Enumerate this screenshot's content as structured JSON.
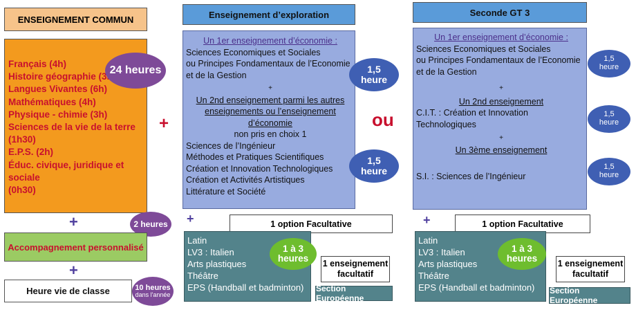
{
  "col1": {
    "header": "ENSEIGNEMENT COMMUN",
    "subjects": [
      "Français (4h)",
      "Histoire géographie (3h)",
      "Langues Vivantes (6h)",
      "Mathématiques (4h)",
      "Physique - chimie (3h)",
      "Sciences de la vie de la terre (1h30)",
      "E.P.S. (2h)",
      "Éduc. civique, juridique et sociale",
      "(0h30)"
    ],
    "total_badge": "24 heures",
    "plus1": "+",
    "accomp_badge": "2 heures",
    "accomp_label": "Accompagnement personnalisé",
    "plus2": "+",
    "vie_label": "Heure vie de classe",
    "vie_badge_main": "10 heures",
    "vie_badge_sub": "dans l'année"
  },
  "plus_between": "+",
  "col2": {
    "header": "Enseignement d’exploration",
    "first_title": "Un 1er enseignement d’économie :",
    "first_lines": [
      "Sciences Economiques et Sociales",
      "ou Principes Fondamentaux de l’Economie",
      "et de la Gestion"
    ],
    "plus": "+",
    "second_title_lines": [
      "Un 2nd enseignement parmi les autres",
      "enseignements ou l’enseignement d’économie",
      "non pris en choix 1"
    ],
    "second_lines": [
      "Sciences de l’Ingénieur",
      "Méthodes et Pratiques Scientifiques",
      "Création et Innovation Technologiques",
      "Création et Activités Artistiques",
      "Littérature et Société"
    ],
    "badge1_num": "1,5",
    "badge1_unit": "heure",
    "badge2_num": "1,5",
    "badge2_unit": "heure",
    "option_plus": "+",
    "option_label": "1 option Facultative",
    "options": [
      "Latin",
      "LV3 : Italien",
      "Arts plastiques",
      "Théâtre",
      "EPS (Handball et badminton)"
    ],
    "option_badge_num": "1 à 3",
    "option_badge_unit": "heures",
    "facultatif_lines": [
      "1 enseignement",
      "facultatif"
    ],
    "section_label": "Section Européenne"
  },
  "ou": "ou",
  "col3": {
    "header": "Seconde GT 3",
    "first_title": "Un 1er enseignement d’économie :",
    "first_lines": [
      "Sciences Economiques et Sociales",
      "ou Principes Fondamentaux de l’Economie",
      "et de la Gestion"
    ],
    "plus_a": "+",
    "second_title": "Un 2nd enseignement",
    "second_line": "C.I.T. : Création et Innovation Technologiques",
    "plus_b": "+",
    "third_title": "Un 3ème enseignement",
    "third_line": "S.I. : Sciences de l’Ingénieur",
    "badges": [
      {
        "num": "1,5",
        "unit": "heure"
      },
      {
        "num": "1,5",
        "unit": "heure"
      },
      {
        "num": "1,5",
        "unit": "heure"
      }
    ],
    "option_plus": "+",
    "option_label": "1 option Facultative",
    "options": [
      "Latin",
      "LV3 : Italien",
      "Arts plastiques",
      "Théâtre",
      "EPS (Handball et badminton)"
    ],
    "option_badge_num": "1 à 3",
    "option_badge_unit": "heures",
    "facultatif_lines": [
      "1 enseignement",
      "facultatif"
    ],
    "section_label": "Section Européenne"
  },
  "colors": {
    "orange": "#f39a1e",
    "header_orange": "#f6c38a",
    "header_blue": "#5a9bd9",
    "blue_box": "#98abdf",
    "green_box": "#9bcb63",
    "teal": "#53838b",
    "purple": "#7e4a98",
    "navy": "#3f5fb3",
    "lime": "#6ebd2e",
    "red": "#c8102e"
  }
}
